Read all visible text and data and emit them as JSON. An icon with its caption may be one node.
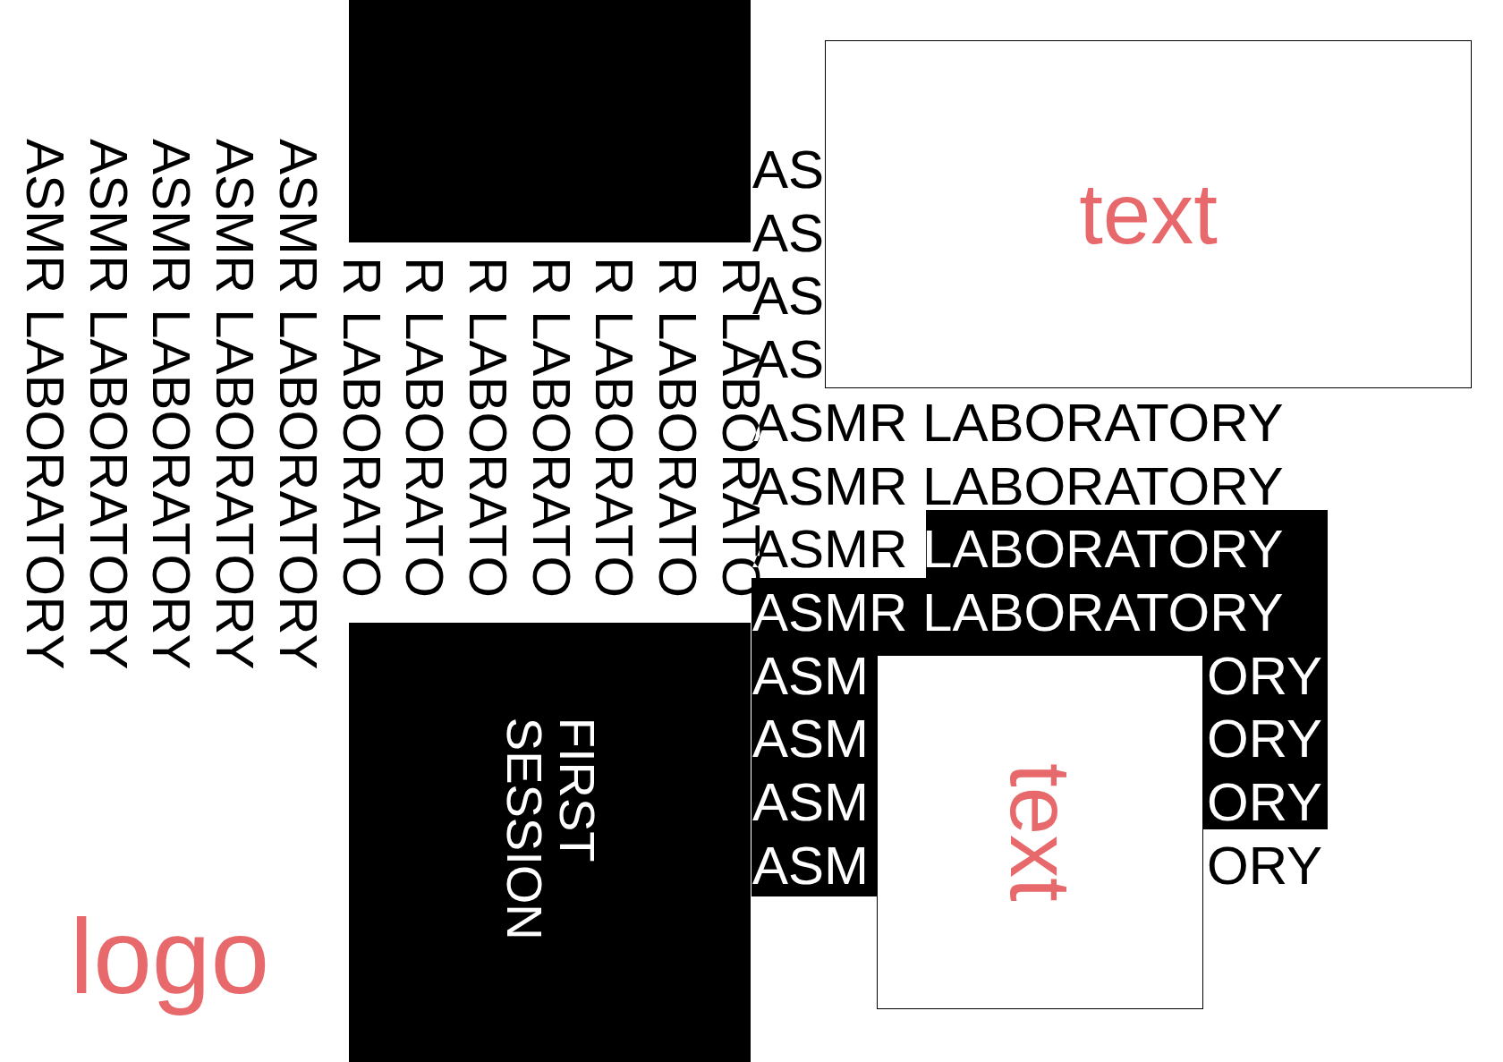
{
  "diagram": {
    "nodes": [
      {
        "text": [],
        "shape": "box"
      },
      {
        "text": [
          "text"
        ]
      },
      {
        "text": [
          "FIRST SESSION"
        ]
      },
      {
        "text": [
          "text"
        ]
      }
    ],
    "labels": [
      "ASMR LABORATORY",
      "ASMR LABORATORY",
      "ASMR LABORATORY",
      "ASMR LABORATORY",
      "ASMR LABORATORY",
      "R LABORATO",
      "R LABORATO",
      "R LABORATO",
      "R LABORATO",
      "R LABORATO",
      "R LABORATO",
      "R LABORATO",
      "AS",
      "AS",
      "AS",
      "AS",
      "ASMR LABORATORY",
      "ASMR LABORATORY",
      "ASMR LABORATORY",
      "ASMR LABORATORY",
      "ASM",
      "ORY",
      "ASM",
      "ORY",
      "ASM",
      "ORY",
      "ASM",
      "ORY",
      "logo"
    ]
  }
}
